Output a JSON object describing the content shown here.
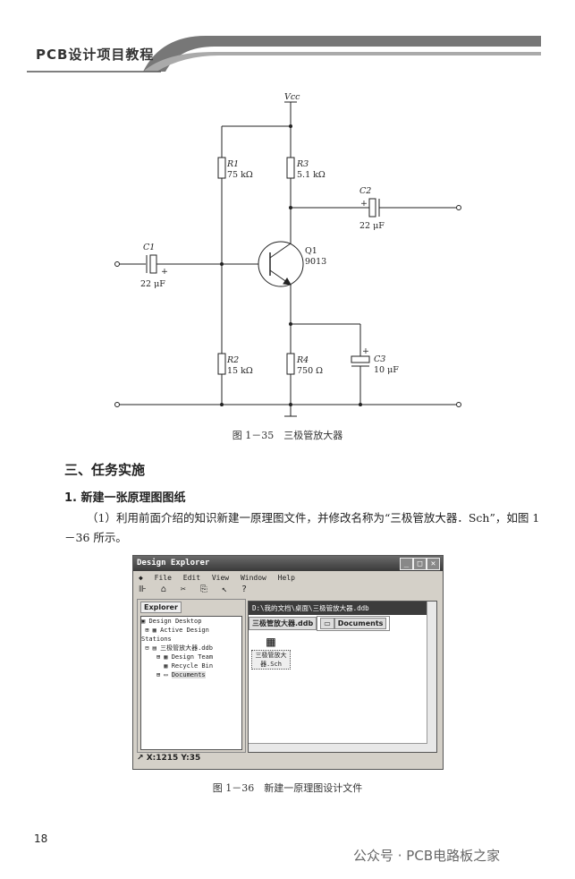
{
  "header": {
    "title": "PCB设计项目教程"
  },
  "circuit": {
    "vcc": "Vcc",
    "r1": {
      "name": "R1",
      "value": "75 kΩ"
    },
    "r2": {
      "name": "R2",
      "value": "15 kΩ"
    },
    "r3": {
      "name": "R3",
      "value": "5.1 kΩ"
    },
    "r4": {
      "name": "R4",
      "value": "750 Ω"
    },
    "c1": {
      "name": "C1",
      "value": "22 μF"
    },
    "c2": {
      "name": "C2",
      "value": "22 μF"
    },
    "c3": {
      "name": "C3",
      "value": "10 μF"
    },
    "q1": {
      "name": "Q1",
      "value": "9013"
    },
    "plus": "+"
  },
  "figure1_caption": "图 1－35　三极管放大器",
  "section_title": "三、任务实施",
  "subsection_title": "1. 新建一张原理图图纸",
  "paragraph": "（1）利用前面介绍的知识新建一原理图文件，并修改名称为“三极管放大器．Sch”，如图 1－36 所示。",
  "window": {
    "title": "Design Explorer",
    "controls": [
      "_",
      "□",
      "✕"
    ],
    "menu": [
      "File",
      "Edit",
      "View",
      "Window",
      "Help"
    ],
    "toolbar": [
      "⊪",
      "⌂",
      "✂",
      "⎘",
      "↖",
      "?"
    ],
    "explorer_tab": "Explorer",
    "tree": [
      {
        "label": "Design Desktop",
        "prefix": "▣ "
      },
      {
        "label": "Active Design Stations",
        "prefix": " ⊞ ▦ "
      },
      {
        "label": "三极管放大器.ddb",
        "prefix": " ⊟ ▤ "
      },
      {
        "label": "Design Team",
        "prefix": "    ⊞ ▦ "
      },
      {
        "label": "Recycle Bin",
        "prefix": "      ▦ "
      },
      {
        "label": "Documents",
        "prefix": "    ⊞ ▭ "
      }
    ],
    "path": "D:\\我的文档\\桌面\\三极管放大器.ddb",
    "tabs": [
      "三极管放大器.ddb",
      "Documents"
    ],
    "file_icon_label": "三极管放大器.Sch",
    "status": "X:1215 Y:35"
  },
  "figure2_caption": "图 1－36　新建一原理图设计文件",
  "page_number": "18",
  "watermark": "公众号 · PCB电路板之家"
}
